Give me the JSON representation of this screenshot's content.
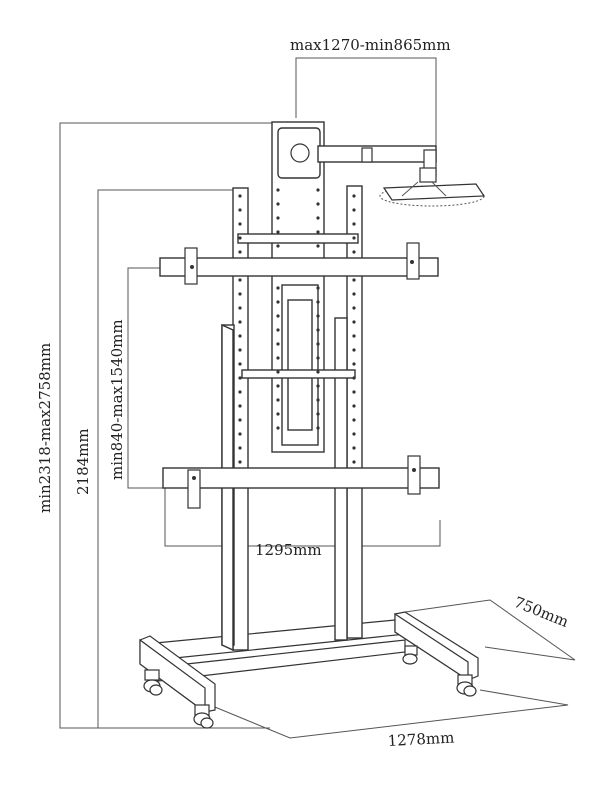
{
  "labels": {
    "reach": "max1270-min865mm",
    "total_height": "min2318-max2758mm",
    "column_height": "2184mm",
    "bracket_height": "min840-max1540mm",
    "bracket_width": "1295mm",
    "base_depth": "750mm",
    "base_width": "1278mm"
  }
}
